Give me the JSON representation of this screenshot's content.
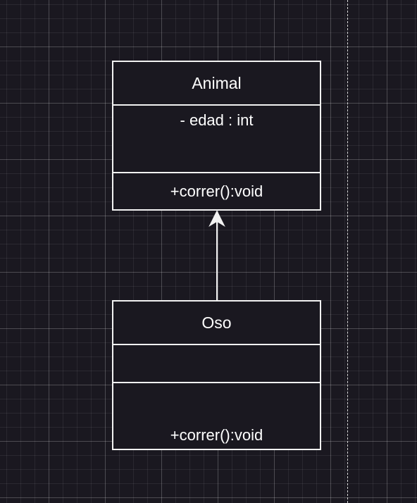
{
  "diagram": {
    "classes": [
      {
        "name": "Animal",
        "attributes": [
          "- edad : int"
        ],
        "operations": [
          "+correr():void"
        ]
      },
      {
        "name": "Oso",
        "attributes": [],
        "operations": [
          "+correr():void"
        ]
      }
    ],
    "relations": [
      {
        "type": "generalization",
        "from": "Oso",
        "to": "Animal"
      }
    ],
    "colors": {
      "background": "#1a1820",
      "stroke": "#f2f2f2",
      "text": "#ffffff"
    }
  }
}
